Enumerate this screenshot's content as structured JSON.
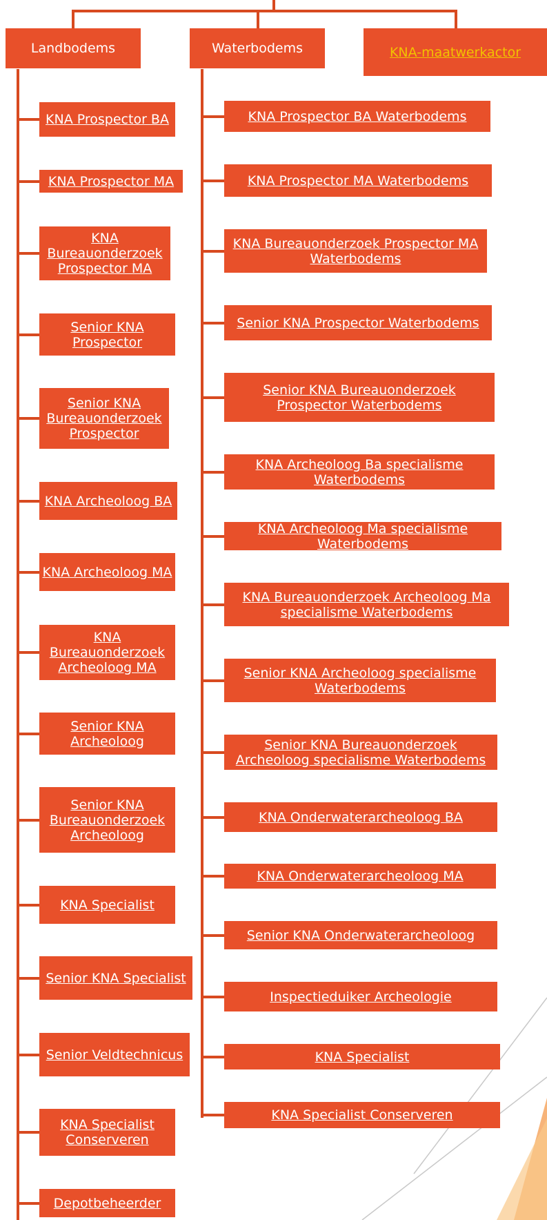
{
  "headers": {
    "land": "Landbodems",
    "water": "Waterbodems",
    "maatwerk": "KNA-maatwerkactor"
  },
  "land_items": [
    "KNA Prospector BA",
    "KNA Prospector MA",
    "KNA Bureauonderzoek Prospector MA",
    "Senior KNA Prospector",
    "Senior KNA Bureauonderzoek Prospector",
    "KNA Archeoloog BA",
    "KNA Archeoloog MA",
    "KNA Bureauonderzoek Archeoloog MA",
    "Senior KNA Archeoloog",
    "Senior KNA Bureauonderzoek Archeoloog",
    "KNA Specialist",
    "Senior KNA Specialist",
    "Senior Veldtechnicus",
    "KNA Specialist Conserveren",
    "Depotbeheerder"
  ],
  "water_items": [
    "KNA Prospector BA Waterbodems",
    "KNA Prospector MA Waterbodems",
    "KNA Bureauonderzoek Prospector MA Waterbodems",
    "Senior KNA Prospector Waterbodems",
    "Senior KNA Bureauonderzoek Prospector Waterbodems",
    "KNA Archeoloog Ba specialisme Waterbodems",
    "KNA Archeoloog Ma specialisme Waterbodems",
    "KNA Bureauonderzoek Archeoloog Ma specialisme Waterbodems",
    "Senior KNA Archeoloog specialisme Waterbodems",
    "Senior KNA Bureauonderzoek Archeoloog specialisme Waterbodems",
    "KNA Onderwaterarcheoloog BA",
    "KNA Onderwaterarcheoloog MA",
    "Senior KNA Onderwaterarcheoloog",
    "Inspectieduiker Archeologie",
    "KNA Specialist",
    "KNA Specialist Conserveren"
  ],
  "colors": {
    "accent": "#e8502a",
    "line": "#d84a20",
    "maatwerk_text": "#f2c200"
  }
}
